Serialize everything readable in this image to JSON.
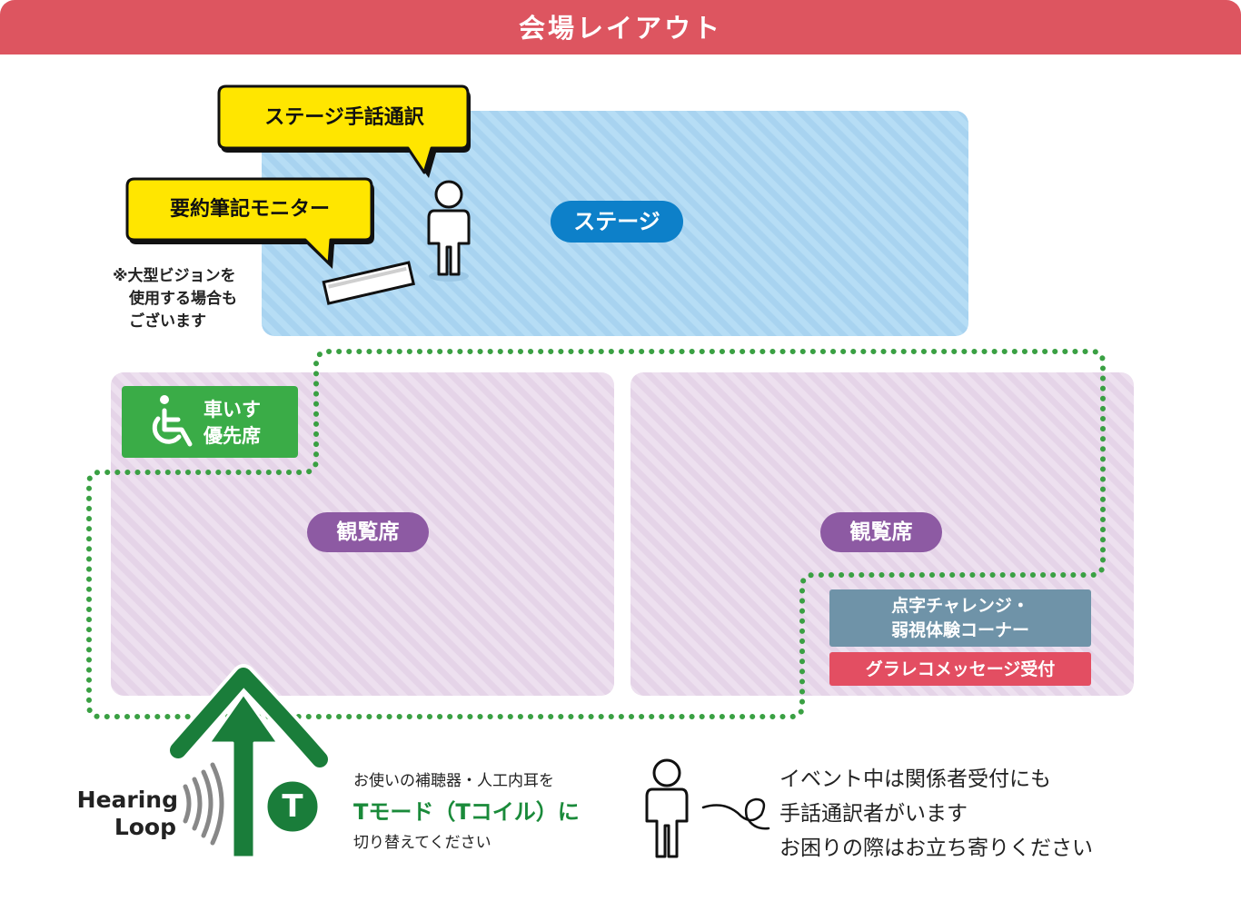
{
  "header": {
    "title": "会場レイアウト"
  },
  "stage": {
    "label": "ステージ"
  },
  "callouts": {
    "sign_language": "ステージ手話通訳",
    "captioning_monitor": "要約筆記モニター",
    "note_lines": [
      "※大型ビジョンを",
      "使用する場合も",
      "ございます"
    ]
  },
  "seating": {
    "left_label": "観覧席",
    "right_label": "観覧席"
  },
  "wheelchair": {
    "line1": "車いす",
    "line2": "優先席",
    "icon": "wheelchair-icon"
  },
  "booths": {
    "braille_line1": "点字チャレンジ・",
    "braille_line2": "弱視体験コーナー",
    "graphic_recording": "グラレコメッセージ受付"
  },
  "hearing_loop": {
    "word1": "Hearing",
    "word2": "Loop",
    "t_letter": "T",
    "line1": "お使いの補聴器・人工内耳を",
    "line2": "Tモード（Tコイル）に",
    "line3": "切り替えてください"
  },
  "info": {
    "line1": "イベント中は関係者受付にも",
    "line2": "手話通訳者がいます",
    "line3": "お困りの際はお立ち寄りください"
  },
  "colors": {
    "header": "#dd5560",
    "stage": "#b4dcf5",
    "stage_label": "#0d80c9",
    "seating": "#ecdcee",
    "seating_label": "#8d5aa3",
    "wheelchair": "#3aac47",
    "loop_border": "#3aa043",
    "braille_booth": "#6f93a8",
    "grarec_booth": "#e34e62",
    "bubble": "#ffe600",
    "loop_logo": "#1a7d3a"
  }
}
